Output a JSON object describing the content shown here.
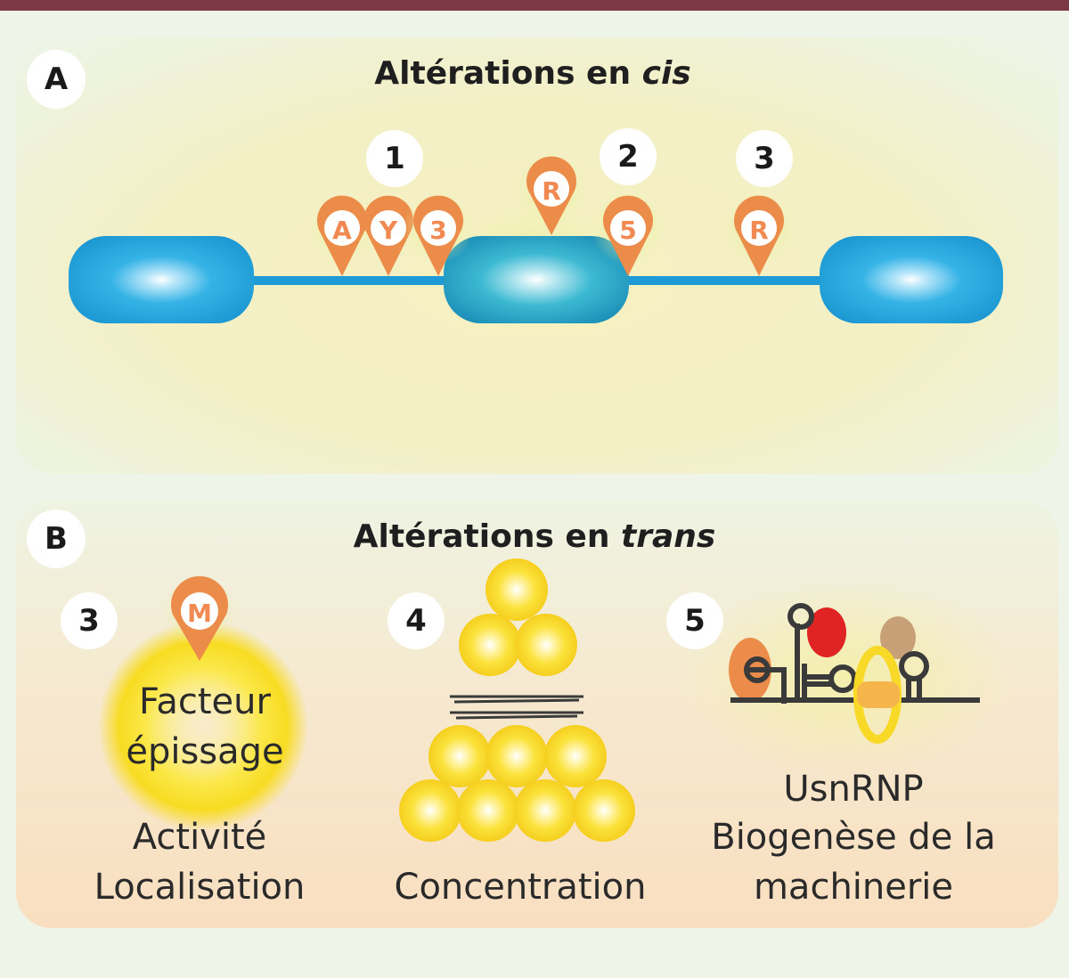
{
  "panel_a": {
    "letter": "A",
    "title_prefix": "Altérations en ",
    "title_italic": "cis",
    "numbers": [
      "1",
      "2",
      "3"
    ],
    "markers": [
      "A",
      "Y",
      "3",
      "R",
      "5",
      "R"
    ]
  },
  "panel_b": {
    "letter": "B",
    "title_prefix": "Altérations en ",
    "title_italic": "trans",
    "col1": {
      "number": "3",
      "marker": "M",
      "factor_line1": "Facteur",
      "factor_line2": "épissage",
      "caption_line1": "Activité",
      "caption_line2": "Localisation"
    },
    "col2": {
      "number": "4",
      "caption": "Concentration"
    },
    "col3": {
      "number": "5",
      "caption_line1": "UsnRNP",
      "caption_line2": "Biogenèse de la",
      "caption_line3": "machinerie"
    }
  },
  "colors": {
    "exon": "#1f9bd6",
    "marker": "#ec8c4a",
    "marker_text": "#f08a52",
    "yellow": "#f8d928",
    "red": "#e02424",
    "tan": "#c8a078",
    "accent_bar": "#7c3a47"
  }
}
